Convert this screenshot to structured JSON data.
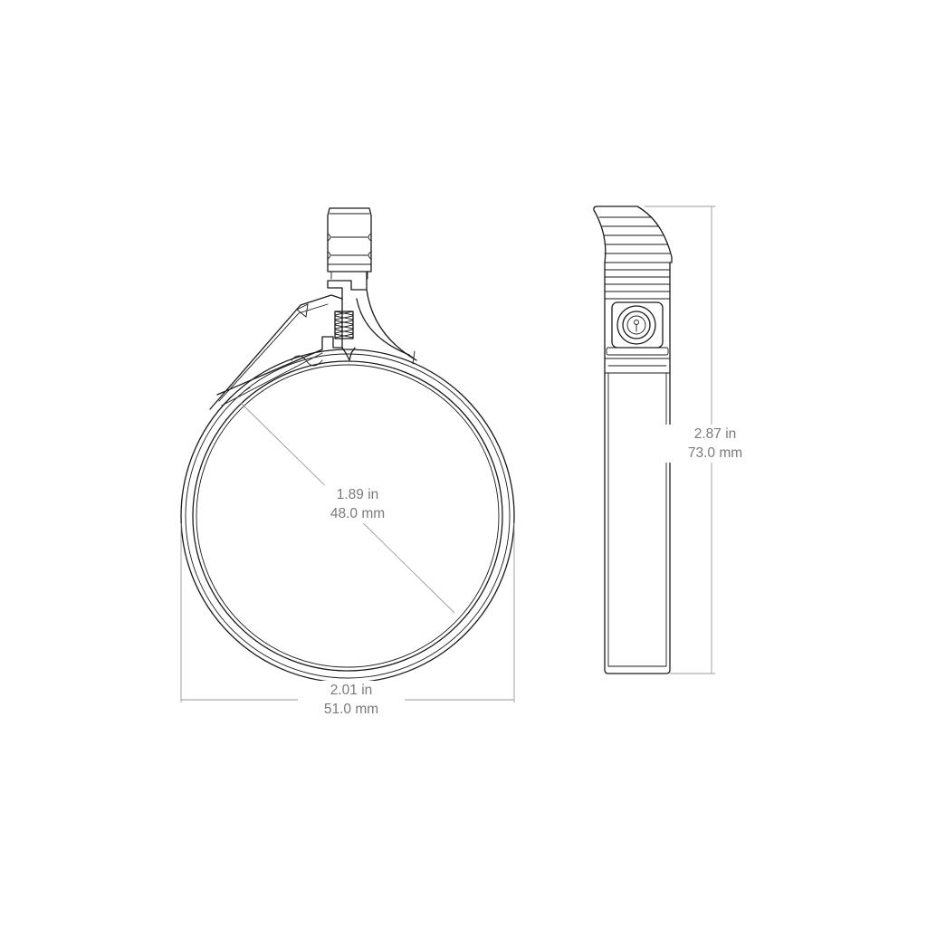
{
  "dimensions": {
    "diameter": {
      "imperial": "1.89 in",
      "metric": "48.0 mm"
    },
    "width": {
      "imperial": "2.01 in",
      "metric": "51.0 mm"
    },
    "height": {
      "imperial": "2.87 in",
      "metric": "73.0 mm"
    }
  },
  "colors": {
    "outline": "#1a1a1a",
    "dimension_line": "#9a9a9a",
    "dimension_text": "#7a7a7a",
    "background": "#ffffff"
  }
}
